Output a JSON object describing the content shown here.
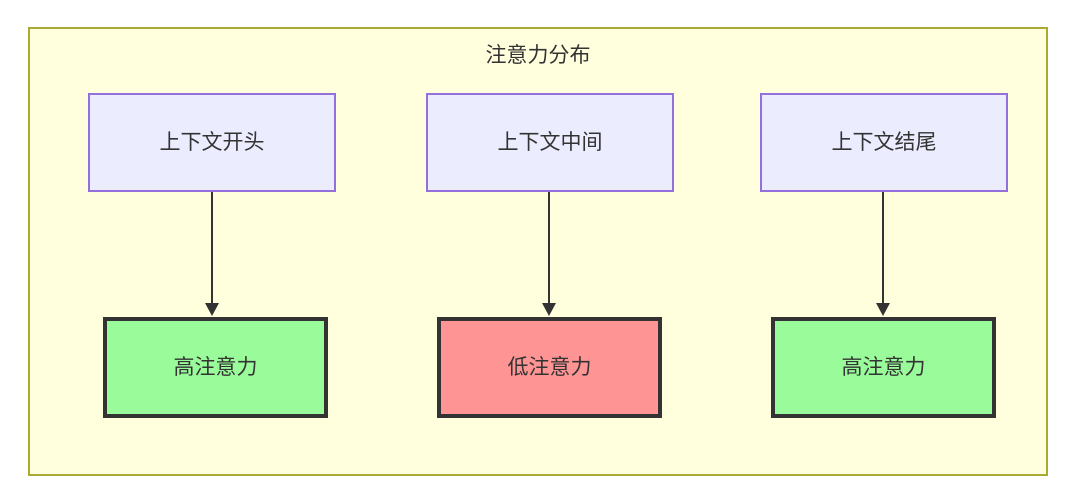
{
  "diagram": {
    "title": "注意力分布",
    "container": {
      "fill": "#ffffde",
      "border_color": "#aaaa33"
    },
    "palette": {
      "context_fill": "#ececff",
      "context_border": "#9370db",
      "high_attention_fill": "#9afb9a",
      "low_attention_fill": "#fe9494",
      "node_border": "#333333",
      "edge_color": "#333333",
      "text_color": "#333333"
    },
    "nodes": {
      "context": [
        {
          "id": "context-start",
          "label": "上下文开头"
        },
        {
          "id": "context-middle",
          "label": "上下文中间"
        },
        {
          "id": "context-end",
          "label": "上下文结尾"
        }
      ],
      "attention": [
        {
          "id": "attention-high-start",
          "label": "高注意力",
          "level": "high"
        },
        {
          "id": "attention-low-middle",
          "label": "低注意力",
          "level": "low"
        },
        {
          "id": "attention-high-end",
          "label": "高注意力",
          "level": "high"
        }
      ]
    },
    "edges": [
      {
        "from": "上下文开头",
        "to": "高注意力"
      },
      {
        "from": "上下文中间",
        "to": "低注意力"
      },
      {
        "from": "上下文结尾",
        "to": "高注意力"
      }
    ]
  }
}
